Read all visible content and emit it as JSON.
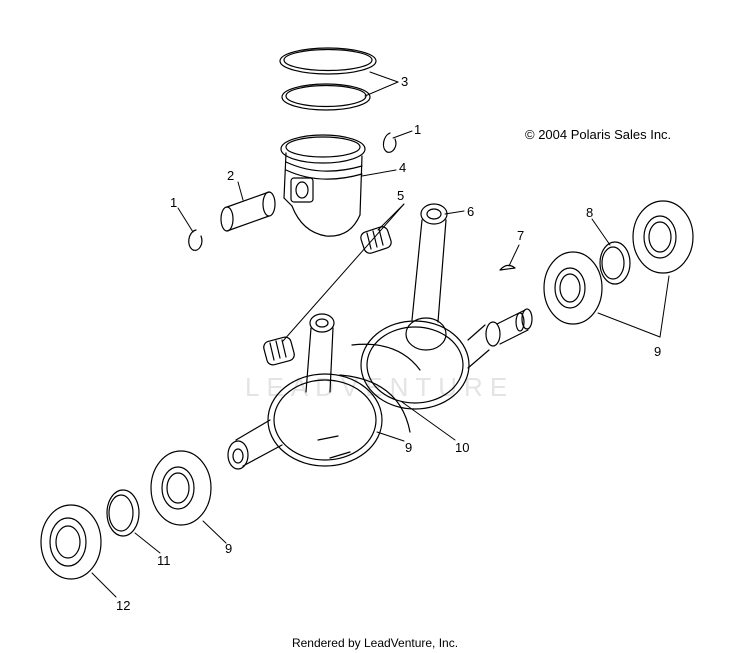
{
  "copyright": "© 2004 Polaris Sales Inc.",
  "footer": "Rendered by LeadVenture, Inc.",
  "watermark": "LEADVENTURE",
  "callouts": [
    {
      "id": "c1a",
      "text": "1"
    },
    {
      "id": "c1b",
      "text": "1"
    },
    {
      "id": "c2",
      "text": "2"
    },
    {
      "id": "c3",
      "text": "3"
    },
    {
      "id": "c4",
      "text": "4"
    },
    {
      "id": "c5",
      "text": "5"
    },
    {
      "id": "c6",
      "text": "6"
    },
    {
      "id": "c7",
      "text": "7"
    },
    {
      "id": "c8",
      "text": "8"
    },
    {
      "id": "c9a",
      "text": "9"
    },
    {
      "id": "c9b",
      "text": "9"
    },
    {
      "id": "c9c",
      "text": "9"
    },
    {
      "id": "c10",
      "text": "10"
    },
    {
      "id": "c11",
      "text": "11"
    },
    {
      "id": "c12",
      "text": "12"
    }
  ]
}
